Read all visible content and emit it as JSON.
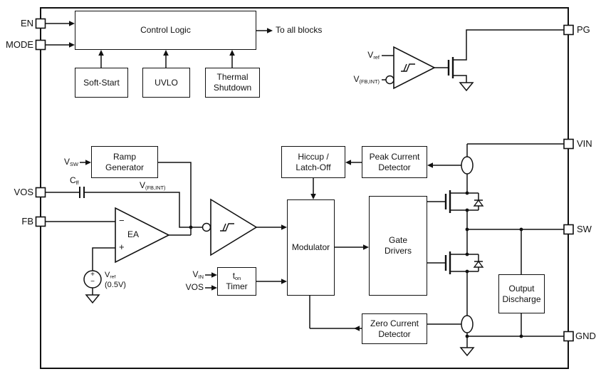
{
  "pins": {
    "en": "EN",
    "mode": "MODE",
    "vos": "VOS",
    "fb": "FB",
    "pg": "PG",
    "vin": "VIN",
    "sw": "SW",
    "gnd": "GND"
  },
  "blocks": {
    "control_logic": "Control Logic",
    "soft_start": "Soft-Start",
    "uvlo": "UVLO",
    "thermal_shutdown": "Thermal\nShutdown",
    "ramp_generator": "Ramp\nGenerator",
    "hiccup_latchoff": "Hiccup /\nLatch-Off",
    "peak_current_detector": "Peak Current\nDetector",
    "modulator": "Modulator",
    "gate_drivers": "Gate\nDrivers",
    "ton_timer": {
      "base": "t",
      "sub": "on",
      "rest": "Timer"
    },
    "zero_current_detector": "Zero Current\nDetector",
    "output_discharge": "Output\nDischarge"
  },
  "labels": {
    "to_all_blocks": "To all blocks",
    "vref_pg": {
      "base": "V",
      "sub": "ref"
    },
    "vfb_int_pg": {
      "base": "V",
      "sub": "(FB,INT)"
    },
    "vsw": {
      "base": "V",
      "sub": "SW"
    },
    "cff": {
      "base": "C",
      "sub": "ff"
    },
    "vfb_int": {
      "base": "V",
      "sub": "(FB,INT)"
    },
    "ea": "EA",
    "ea_minus": "−",
    "ea_plus": "+",
    "vref_value": {
      "base": "V",
      "sub": "ref",
      "value": "(0.5V)"
    },
    "src_plus": "+",
    "src_minus": "−",
    "vin_timer": {
      "base": "V",
      "sub": "IN"
    },
    "vos_timer": "VOS"
  },
  "colors": {
    "line": "#111111",
    "background": "#ffffff"
  }
}
